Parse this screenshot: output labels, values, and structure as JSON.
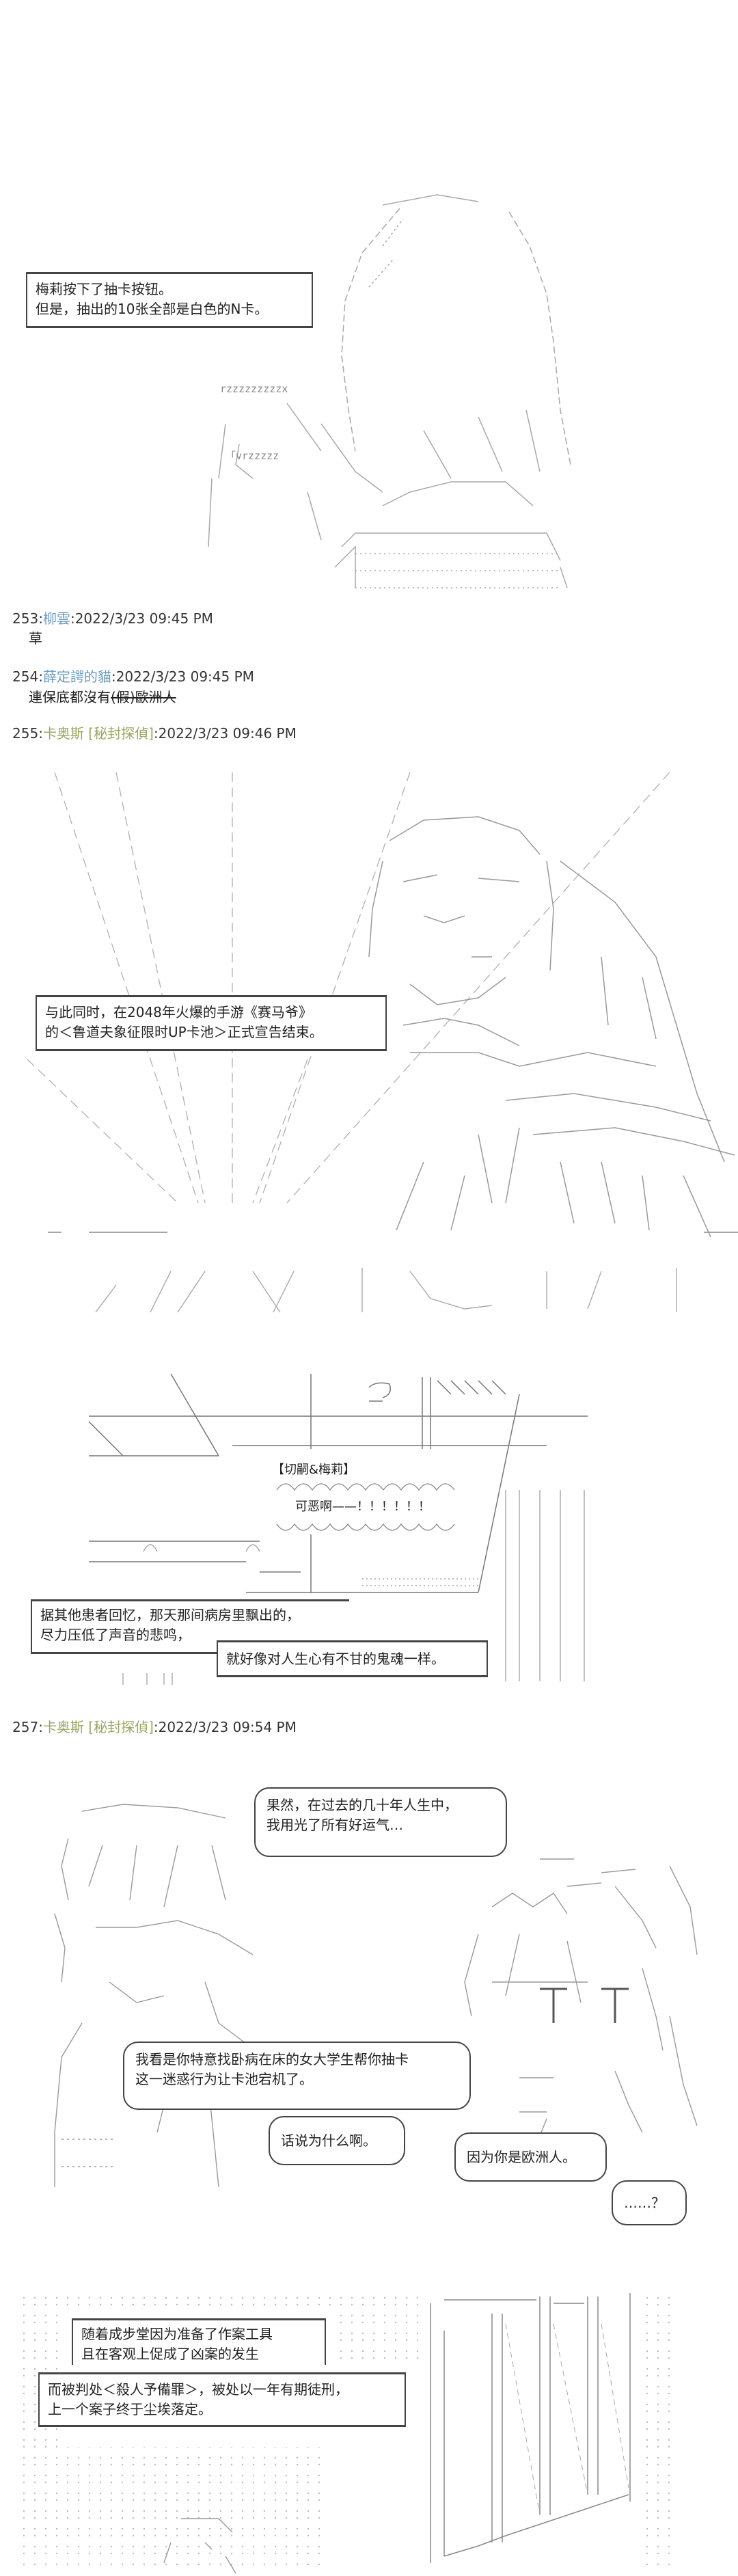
{
  "section_253_art": {
    "caption": [
      "梅莉按下了抽卡按钮。",
      "但是，抽出的10张全部是白色的N卡。"
    ],
    "sfx_top": "rzzzzzzzzzx",
    "sfx_bottom": "「vrzzzzz"
  },
  "posts": [
    {
      "number": "253",
      "name": "柳雲",
      "timestamp": "2022/3/23 09:45 PM",
      "body": "草"
    },
    {
      "number": "254",
      "name": "薛定諤的貓",
      "timestamp": "2022/3/23 09:45 PM",
      "body_plain": "連保底都沒有",
      "body_struck": "(假)歐洲人"
    },
    {
      "number": "255",
      "name": "卡奥斯 [秘封探偵]",
      "timestamp": "2022/3/23 09:46 PM"
    },
    {
      "number": "257",
      "name": "卡奥斯 [秘封探偵]",
      "timestamp": "2022/3/23 09:54 PM"
    }
  ],
  "section_255_art": {
    "caption": [
      "与此同时，在2048年火爆的手游《赛马爷》",
      "的＜鲁道夫象征限时UP卡池＞正式宣告结束。"
    ],
    "banner_title": "【切嗣&梅莉】",
    "banner_shout": "可恶啊——！！！！！！",
    "caption_memory": [
      "据其他患者回忆，那天那间病房里飘出的，",
      "尽力压低了声音的悲鸣，"
    ],
    "caption_ghost": "就好像对人生心有不甘的鬼魂一样。"
  },
  "section_257_art": {
    "bubble_luck": [
      "果然，在过去的几十年人生中，",
      "我用光了所有好运气…"
    ],
    "bubble_accuse": [
      "我看是你特意找卧病在床的女大学生帮你抽卡",
      "这一迷惑行为让卡池宕机了。"
    ],
    "bubble_why": "话说为什么啊。",
    "bubble_because": "因为你是欧洲人。",
    "bubble_confused": "……？",
    "caption_case": [
      "随着成步堂因为准备了作案工具",
      "且在客观上促成了凶案的发生"
    ],
    "caption_verdict": [
      "而被判处＜殺人予備罪＞，被处以一年有期徒刑，",
      "上一个案子终于尘埃落定。"
    ]
  },
  "colors": {
    "name_blue": "#6a9cbf",
    "name_olive": "#9aa860",
    "text": "#222222",
    "art": "#9a9a9a"
  }
}
